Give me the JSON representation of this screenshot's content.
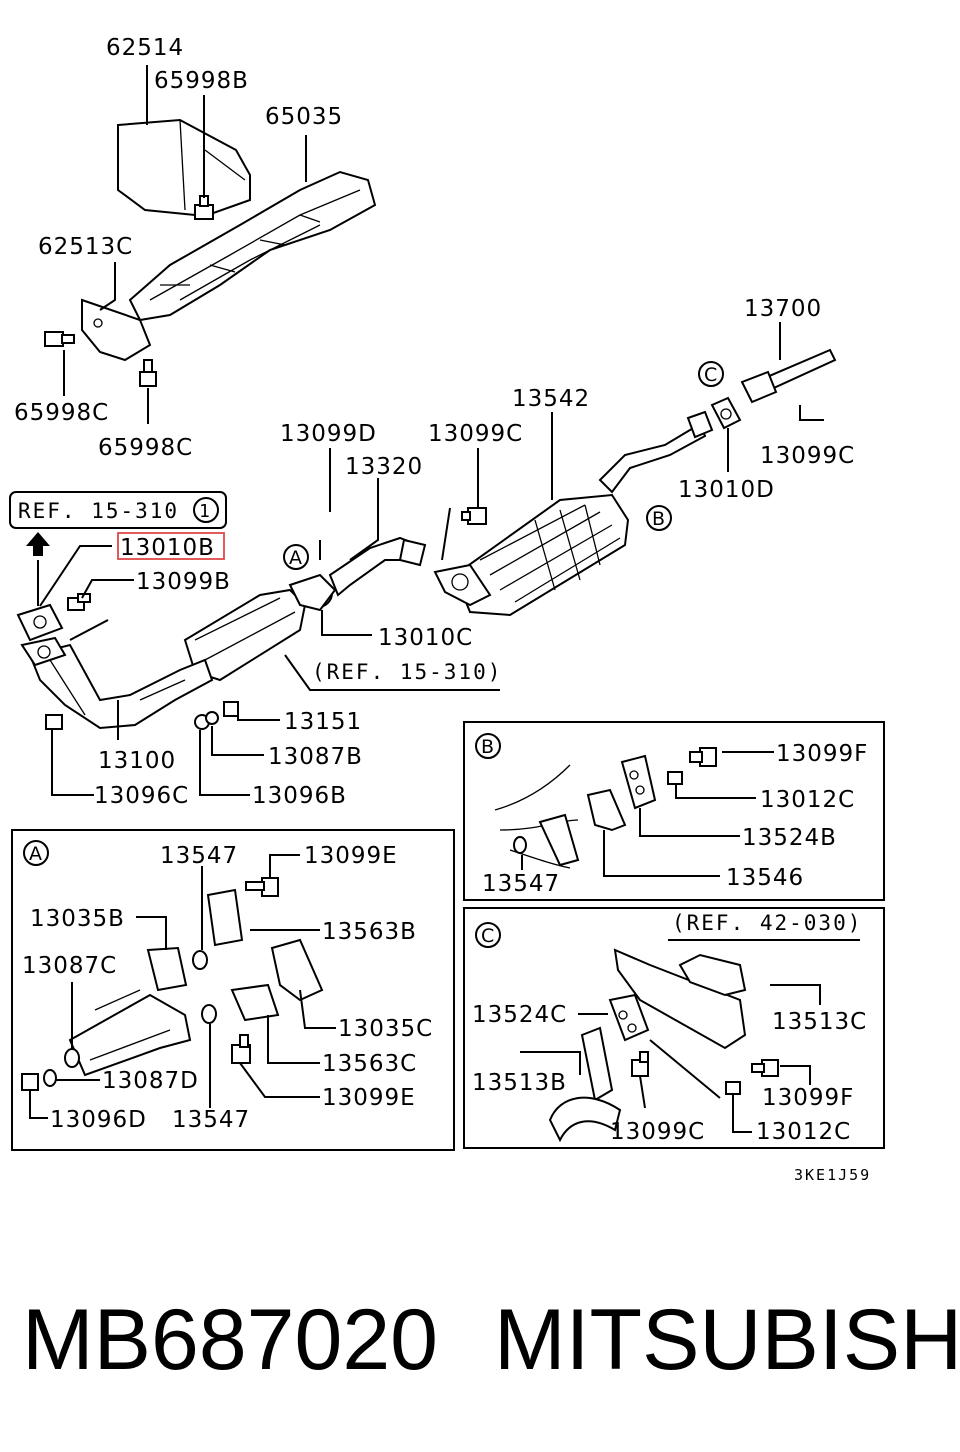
{
  "labels": {
    "p62514": "62514",
    "p65998B": "65998B",
    "p65035": "65035",
    "p62513C": "62513C",
    "p65998C_a": "65998C",
    "p65998C_b": "65998C",
    "p13700": "13700",
    "p13542": "13542",
    "p13099D": "13099D",
    "p13320": "13320",
    "p13099C_a": "13099C",
    "p13099C_b": "13099C",
    "p13010D": "13010D",
    "p13010B": "13010B",
    "p13099B": "13099B",
    "p13010C": "13010C",
    "p13151": "13151",
    "p13087B": "13087B",
    "p13100": "13100",
    "p13096C": "13096C",
    "p13096B": "13096B"
  },
  "refs": {
    "ref_top": "REF. 15-310",
    "ref_top_num": "1",
    "ref_mid": "(REF. 15-310)",
    "ref_c": "(REF. 42-030)"
  },
  "tags": {
    "a": "A",
    "b": "B",
    "c": "C"
  },
  "detailA": {
    "p13547_a": "13547",
    "p13099E_a": "13099E",
    "p13035B": "13035B",
    "p13563B": "13563B",
    "p13087C": "13087C",
    "p13035C": "13035C",
    "p13563C": "13563C",
    "p13087D": "13087D",
    "p13099E_b": "13099E",
    "p13096D": "13096D",
    "p13547_b": "13547"
  },
  "detailB": {
    "p13099F": "13099F",
    "p13012C": "13012C",
    "p13524B": "13524B",
    "p13546": "13546",
    "p13547": "13547"
  },
  "detailC": {
    "p13524C": "13524C",
    "p13513C": "13513C",
    "p13513B": "13513B",
    "p13099F": "13099F",
    "p13099C": "13099C",
    "p13012C": "13012C"
  },
  "drawing_code": "3KE1J59",
  "highlight_color": "#e04848",
  "footer": {
    "part_number": "MB687020",
    "brand": "MITSUBISHI"
  }
}
